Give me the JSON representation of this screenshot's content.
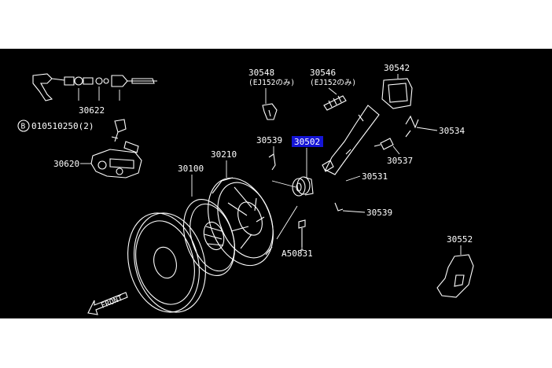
{
  "diagram": {
    "background": "#000000",
    "foreground": "#ffffff",
    "highlight_color": "#1515d6",
    "highlighted_part": "30502",
    "labels": {
      "p30622": "30622",
      "bolt_code": "010510250(2)",
      "bolt_marker": "B",
      "p30620": "30620",
      "p30548": "30548",
      "p30548_note": "(EJ152のみ)",
      "p30546": "30546",
      "p30546_note": "(EJ152のみ)",
      "p30542": "30542",
      "p30534": "30534",
      "p30537": "30537",
      "p30539_top": "30539",
      "p30502": "30502",
      "p30531": "30531",
      "p30539_bottom": "30539",
      "p30210": "30210",
      "p30100": "30100",
      "pA50831": "A50831",
      "p30552": "30552",
      "front": "FRONT"
    }
  }
}
